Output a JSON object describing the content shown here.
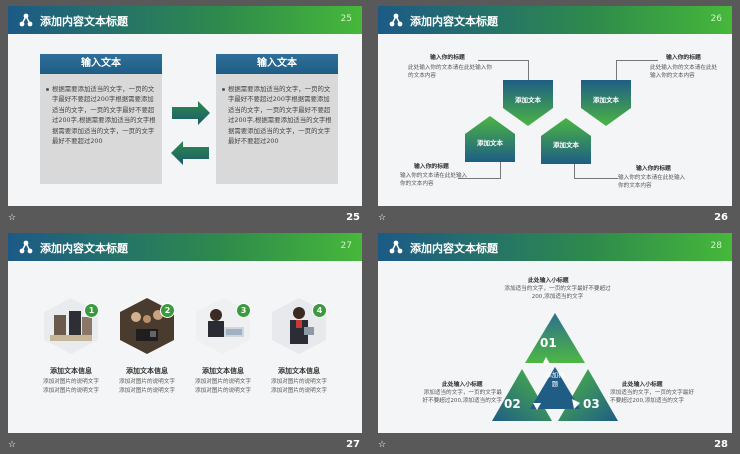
{
  "colors": {
    "header_start": "#1c5a86",
    "header_end": "#46b83a",
    "dark_blue": "#1f5d85",
    "green": "#3b9a3d",
    "light_green": "#5fc14a"
  },
  "slides": [
    {
      "title": "添加内容文本标题",
      "header_num": "25",
      "thumb_num": "25",
      "mark": "☆",
      "left_box": {
        "title": "输入文本",
        "text": "根据需要添加适当的文字，一页的文字最好不要超过200字根据需要添加适当的文字，一页的文字最好不要超过200字,根据需要添加适当的文字根据需要添加适当的文字，一页的文字最好不要超过200"
      },
      "right_box": {
        "title": "输入文本",
        "text": "根据需要添加适当的文字，一页的文字最好不要超过200字根据需要添加适当的文字，一页的文字最好不要超过200字,根据需要添加适当的文字根据需要添加适当的文字，一页的文字最好不要超过200"
      }
    },
    {
      "title": "添加内容文本标题",
      "header_num": "26",
      "thumb_num": "26",
      "mark": "☆",
      "shape_label": "添加文本",
      "callouts": [
        {
          "head": "输入你的标题",
          "text": "此处输入你的文本请在此处输入你的文本内容"
        },
        {
          "head": "输入你的标题",
          "text": "此处输入你的文本请在此处输入你的文本内容"
        },
        {
          "head": "输入你的标题",
          "text": "输入你的文本请在此处输入你的文本内容"
        },
        {
          "head": "输入你的标题",
          "text": "输入你的文本请在此处输入你的文本内容"
        }
      ]
    },
    {
      "title": "添加内容文本标题",
      "header_num": "27",
      "thumb_num": "27",
      "mark": "☆",
      "items": [
        {
          "num": "1",
          "title": "添加文本信息",
          "line1": "添加对图片的说明文字",
          "line2": "添加对图片的说明文字"
        },
        {
          "num": "2",
          "title": "添加文本信息",
          "line1": "添加对图片的说明文字",
          "line2": "添加对图片的说明文字"
        },
        {
          "num": "3",
          "title": "添加文本信息",
          "line1": "添加对图片的说明文字",
          "line2": "添加对图片的说明文字"
        },
        {
          "num": "4",
          "title": "添加文本信息",
          "line1": "添加对图片的说明文字",
          "line2": "添加对图片的说明文字"
        }
      ]
    },
    {
      "title": "添加内容文本标题",
      "header_num": "28",
      "thumb_num": "28",
      "mark": "☆",
      "center_label": "添加标题",
      "triangles": [
        "01",
        "02",
        "03"
      ],
      "top_note": {
        "head": "此处输入小标题",
        "line1": "添加适当的文字，一页的文字最好不要超过",
        "line2": "200,添加适当的文字"
      },
      "left_note": {
        "head": "此处输入小标题",
        "line1": "添加适当的文字，一页的文字最",
        "line2": "好不要超过200,添加适当的文字"
      },
      "right_note": {
        "head": "此处输入小标题",
        "line1": "添加适当的文字，一页的文字最好",
        "line2": "不要超过200,添加适当的文字"
      }
    }
  ]
}
